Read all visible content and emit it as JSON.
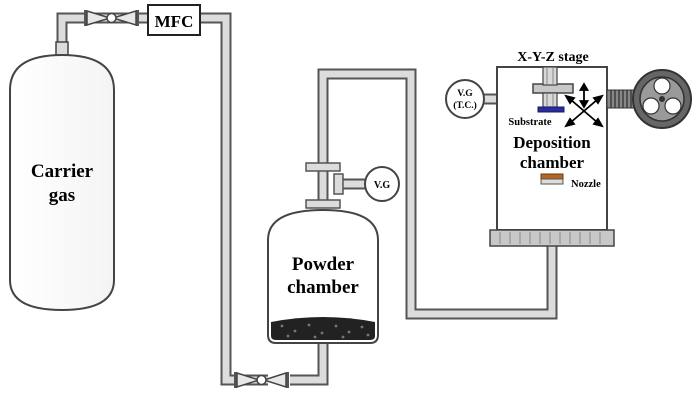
{
  "labels": {
    "carrier_gas_line1": "Carrier",
    "carrier_gas_line2": "gas",
    "mfc": "MFC",
    "vg_powder": "V.G",
    "vg_chamber_line1": "V.G",
    "vg_chamber_line2": "(T.C.)",
    "powder_chamber_line1": "Powder",
    "powder_chamber_line2": "chamber",
    "xyz_stage": "X-Y-Z stage",
    "substrate": "Substrate",
    "deposition_chamber_line1": "Deposition",
    "deposition_chamber_line2": "chamber",
    "nozzle": "Nozzle"
  },
  "colors": {
    "pipe_fill": "#dcdcdc",
    "pipe_stroke": "#555555",
    "stage_gray": "#c8c8c8",
    "substrate": "#2b2b9e",
    "nozzle": "#b5651d",
    "powder": "#222222"
  }
}
